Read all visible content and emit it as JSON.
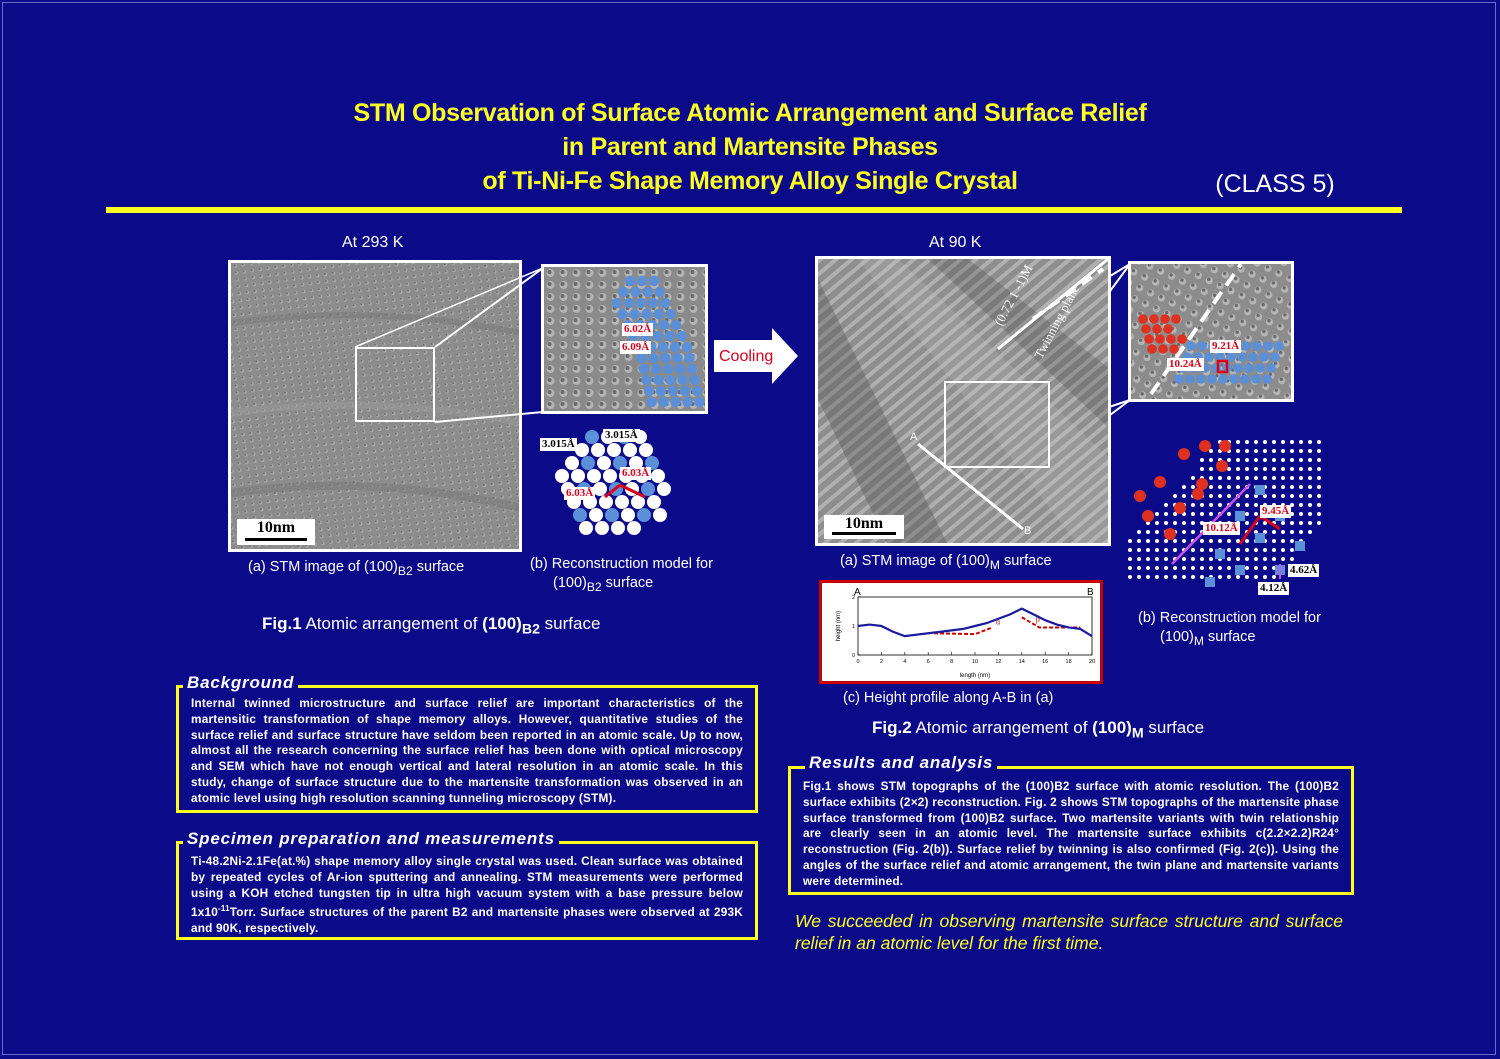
{
  "title": {
    "line1": "STM Observation of Surface Atomic Arrangement and Surface Relief",
    "line2": "in Parent and Martensite Phases",
    "line3": "of Ti-Ni-Fe Shape Memory Alloy Single Crystal",
    "class_label": "(CLASS 5)"
  },
  "fig1": {
    "temp_label": "At 293 K",
    "scale_label": "10nm",
    "zoom_labels": [
      "6.02Å",
      "6.09Å"
    ],
    "model_labels": [
      "3.015Å",
      "3.015Å",
      "6.03Å",
      "6.03Å"
    ],
    "caption_a_prefix": "(a) STM image of (100)",
    "caption_a_sub": "B2",
    "caption_a_suffix": " surface",
    "caption_b_line1": "(b) Reconstruction model for",
    "caption_b_line2_prefix": "(100)",
    "caption_b_line2_sub": "B2",
    "caption_b_line2_suffix": " surface",
    "fig_label": "Fig.1",
    "fig_text": " Atomic arrangement of ",
    "fig_bold": "(100)",
    "fig_sub": "B2",
    "fig_suffix": " surface"
  },
  "cooling_label": "Cooling",
  "fig2": {
    "temp_label": "At 90 K",
    "scale_label": "10nm",
    "plane_label_1": "(0.72 1 -1)M",
    "plane_label_2": "Twinning plane",
    "point_a": "A",
    "point_b": "B",
    "zoom_labels": [
      "9.21Å",
      "10.24Å"
    ],
    "model_labels": [
      "9.45Å",
      "10.12Å",
      "4.62Å",
      "4.12Å"
    ],
    "caption_a_prefix": "(a) STM image of (100)",
    "caption_a_sub": "M",
    "caption_a_suffix": " surface",
    "caption_b_line1": "(b) Reconstruction model for",
    "caption_b_line2_prefix": "(100)",
    "caption_b_line2_sub": "M",
    "caption_b_line2_suffix": " surface",
    "caption_c": "(c) Height profile along A-B in (a)",
    "fig_label": "Fig.2",
    "fig_text": " Atomic arrangement of ",
    "fig_bold": "(100)",
    "fig_sub": "M",
    "fig_suffix": " surface"
  },
  "chart_data": {
    "type": "line",
    "xlabel": "length (nm)",
    "ylabel": "height (nm)",
    "xlim": [
      0,
      20
    ],
    "ylim": [
      0,
      2
    ],
    "xticks": [
      0,
      2,
      4,
      6,
      8,
      10,
      12,
      14,
      16,
      18,
      20
    ],
    "yticks": [
      0,
      1,
      2
    ],
    "corner_labels": [
      "A",
      "B"
    ],
    "annotations": [
      "α",
      "β"
    ],
    "series": [
      {
        "x": [
          0,
          1,
          2,
          3,
          4,
          5,
          6,
          7,
          8,
          9,
          10,
          11,
          12,
          13,
          14,
          15,
          16,
          17,
          18,
          19,
          20
        ],
        "y": [
          1.0,
          1.05,
          1.0,
          0.8,
          0.65,
          0.7,
          0.75,
          0.8,
          0.85,
          0.9,
          1.0,
          1.1,
          1.25,
          1.4,
          1.6,
          1.4,
          1.2,
          1.05,
          0.95,
          0.9,
          0.65
        ]
      }
    ]
  },
  "background": {
    "heading": "Background",
    "text": "Internal twinned microstructure and surface relief are important characteristics of the martensitic transformation of shape memory alloys. However, quantitative studies of the surface relief and surface structure have seldom been reported in an atomic scale. Up to now, almost all the research concerning the surface relief has been done with optical microscopy and SEM which have not enough vertical and lateral resolution in an atomic scale. In this study, change of surface structure due to the martensite transformation was observed in an atomic level using high resolution scanning tunneling microscopy (STM)."
  },
  "specimen": {
    "heading": "Specimen preparation and measurements",
    "text_part1": "Ti-48.2Ni-2.1Fe(at.%) shape memory alloy single crystal was used. Clean surface was obtained by repeated cycles of Ar-ion sputtering and annealing. STM measurements were performed using a KOH etched tungsten tip in ultra high vacuum system with a base pressure below 1x10",
    "text_sup": "-11",
    "text_part2": "Torr. Surface structures of the parent B2 and martensite phases were observed at 293K and 90K, respectively."
  },
  "results": {
    "heading": "Results and  analysis",
    "text": "Fig.1 shows STM topographs of the (100)B2 surface with atomic resolution. The (100)B2 surface exhibits (2×2) reconstruction. Fig. 2 shows STM topographs of the martensite phase surface transformed from (100)B2 surface. Two martensite variants with twin relationship are clearly seen in an atomic level. The martensite surface exhibits c(2.2×2.2)R24° reconstruction (Fig. 2(b)). Surface relief by twinning is also confirmed (Fig. 2(c)). Using the angles of the surface relief and atomic arrangement, the twin plane and martensite variants were determined."
  },
  "conclusion": "We succeeded in observing martensite surface structure and surface relief in an atomic level for the first time.",
  "colors": {
    "background": "#0b0b8a",
    "title": "#ffff20",
    "accent": "#ffff20",
    "label_red": "#d8001a",
    "atom_blue": "#5b8fd8",
    "atom_red": "#e03020"
  }
}
